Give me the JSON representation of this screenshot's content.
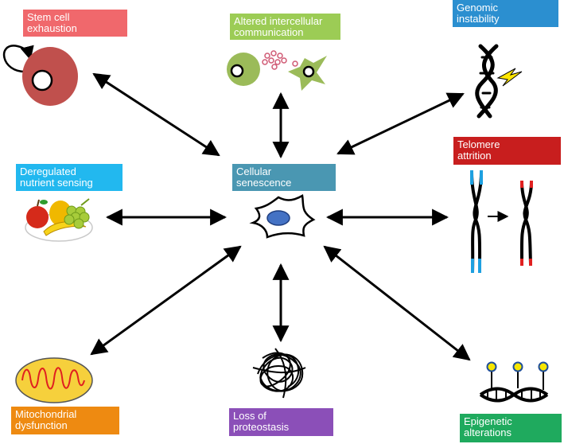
{
  "labels": {
    "stem_cell": {
      "line1": "Stem cell",
      "line2": "exhaustion",
      "color": "#f0686c"
    },
    "intercell": {
      "line1": "Altered intercellular",
      "line2": "communication",
      "color": "#9ccc55"
    },
    "genomic": {
      "line1": "Genomic",
      "line2": "instability",
      "color": "#2b8fd0"
    },
    "nutrient": {
      "line1": "Deregulated",
      "line2": "nutrient sensing",
      "color": "#22b8ef"
    },
    "senescence": {
      "line1": "Cellular",
      "line2": "senescence",
      "color": "#4a97b2"
    },
    "telomere": {
      "line1": "Telomere",
      "line2": "attrition",
      "color": "#c81e1e"
    },
    "mito": {
      "line1": "Mitochondrial",
      "line2": "dysfunction",
      "color": "#ee8a11"
    },
    "proteo": {
      "line1": "Loss of",
      "line2": "proteostasis",
      "color": "#8b4fb8"
    },
    "epigenetic": {
      "line1": "Epigenetic",
      "line2": "alterations",
      "color": "#1faa5e"
    }
  },
  "icons": {
    "stem": "stem-cell-icon",
    "communication": "cell-communication-icon",
    "dna_damage": "dna-lightning-icon",
    "fruit": "fruit-plate-icon",
    "senescent": "senescent-cell-icon",
    "telomere": "chromosome-telomere-icon",
    "mitochondrion": "mitochondrion-icon",
    "protein": "tangled-protein-icon",
    "epigenetic": "methylated-dna-icon"
  },
  "colors": {
    "arrow": "#000000",
    "stem_cell_fill": "#c0504d",
    "green_cell": "#9bbb59",
    "vesicle": "#e5879b",
    "nucleus": "#4472c4",
    "telomere_blue": "#1ea0e0",
    "telomere_red": "#e02020",
    "mito_fill": "#f6d03c",
    "mito_cristae": "#e02020",
    "methyl_yellow": "#f7e600"
  }
}
